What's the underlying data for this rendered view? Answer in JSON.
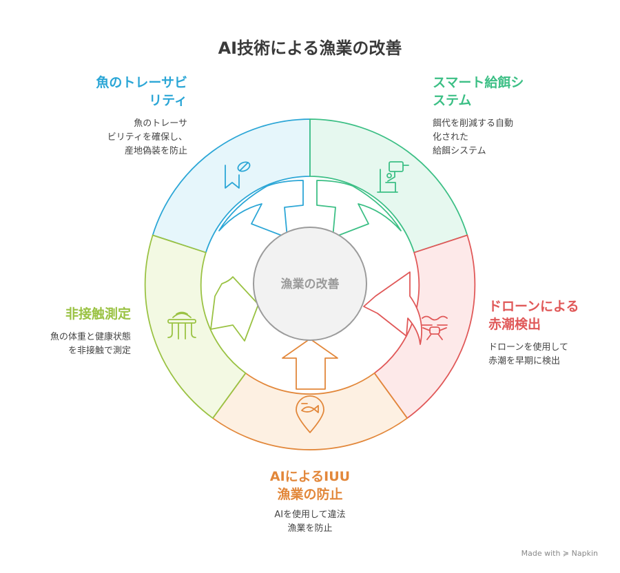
{
  "title": "AI技術による漁業の改善",
  "hub": "漁業の改善",
  "sections": {
    "traceability": {
      "title_line1": "魚のトレーサビ",
      "title_line2": "リティ",
      "desc_line1": "魚のトレーサ",
      "desc_line2": "ビリティを確保し、",
      "desc_line3": "産地偽装を防止",
      "color": "#2ba6d6",
      "fill": "#e6f6fb",
      "icon": "bookmark-pill-icon"
    },
    "smart_feeding": {
      "title_line1": "スマート給餌シ",
      "title_line2": "ステム",
      "desc_line1": "餌代を削減する自動",
      "desc_line2": "化された",
      "desc_line3": "給餌システム",
      "color": "#3cbf85",
      "fill": "#e6f8ef",
      "icon": "robot-feeder-icon"
    },
    "red_tide": {
      "title_line1": "ドローンによる",
      "title_line2": "赤潮検出",
      "desc_line1": "ドローンを使用して",
      "desc_line2": "赤潮を早期に検出",
      "color": "#e05858",
      "fill": "#fde9e9",
      "icon": "drone-icon"
    },
    "iuu": {
      "title_line1": "AIによるIUU",
      "title_line2": "漁業の防止",
      "desc_line1": "AIを使用して違法",
      "desc_line2": "漁業を防止",
      "color": "#e2873a",
      "fill": "#fdf0e2",
      "icon": "fish-location-icon"
    },
    "noncontact": {
      "title_line1": "非接触測定",
      "desc_line1": "魚の体重と健康状態",
      "desc_line2": "を非接触で測定",
      "color": "#9ac243",
      "fill": "#f3f9e3",
      "icon": "jellyfish-sensor-icon"
    }
  },
  "footer": "Made with ≽ Napkin"
}
